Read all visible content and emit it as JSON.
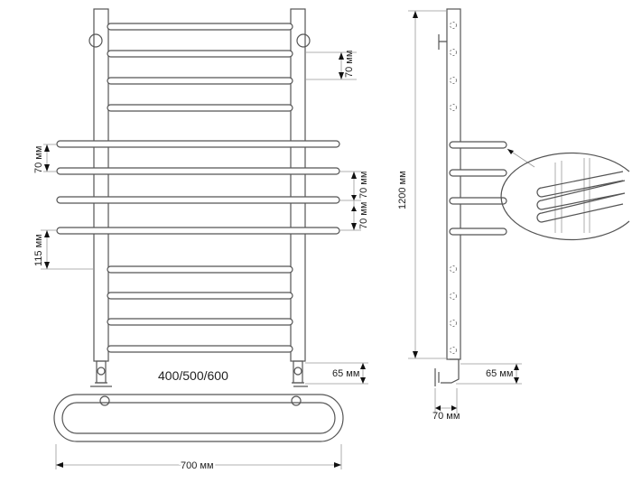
{
  "front_view": {
    "dim_top_rung_spacing": "70 мм",
    "dim_left_bar_spacing": "70 мм",
    "dim_right_bar_spacing_1": "70 мм",
    "dim_right_bar_spacing_2": "70 мм",
    "dim_gap": "115 мм",
    "width_options": "400/500/600",
    "dim_valve": "65 мм",
    "dim_total_width": "700 мм"
  },
  "side_view": {
    "dim_height": "1200 мм",
    "dim_valve": "65 мм",
    "dim_depth": "70 мм"
  },
  "colors": {
    "line": "#555555",
    "text": "#222222"
  }
}
